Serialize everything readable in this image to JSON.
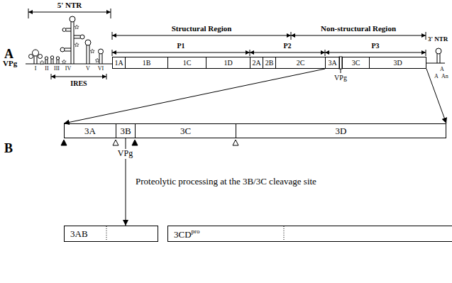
{
  "diagram": {
    "nodes": [
      {
        "text": [
          "1A"
        ]
      },
      {
        "text": [
          "1B"
        ]
      },
      {
        "text": [
          "1C"
        ]
      },
      {
        "text": [
          "1D"
        ]
      },
      {
        "text": [
          "2A"
        ]
      },
      {
        "text": [
          "2B"
        ]
      },
      {
        "text": [
          "2C"
        ]
      },
      {
        "text": [
          "3A"
        ]
      },
      {
        "text": [
          "3C"
        ]
      },
      {
        "text": [
          "3D"
        ]
      },
      {
        "text": [
          "3A"
        ]
      },
      {
        "text": [
          "3B"
        ]
      },
      {
        "text": [
          "3C"
        ]
      },
      {
        "text": [
          "3D"
        ]
      },
      {
        "text": [
          "3AB"
        ]
      },
      {
        "text": [
          "3CD",
          "pro"
        ]
      }
    ],
    "edges": [
      {
        "from": 7,
        "to": 10,
        "arrow": "to"
      },
      {
        "from": 9,
        "to": 13,
        "arrow": "to"
      },
      {
        "from": 11,
        "to": 14,
        "arrow": "to",
        "label": "Proteolytic processing at the 3B/3C cleavage site"
      }
    ],
    "labels": [
      "A",
      "5' NTR",
      "VPg",
      "I",
      "II",
      "III",
      "IV",
      "V",
      "VI",
      "IRES",
      "Structural Region",
      "Non-structural Region",
      "P1",
      "P2",
      "P3",
      "VPg",
      "3' NTR",
      "A",
      "A",
      "An",
      "B",
      "VPg"
    ]
  }
}
